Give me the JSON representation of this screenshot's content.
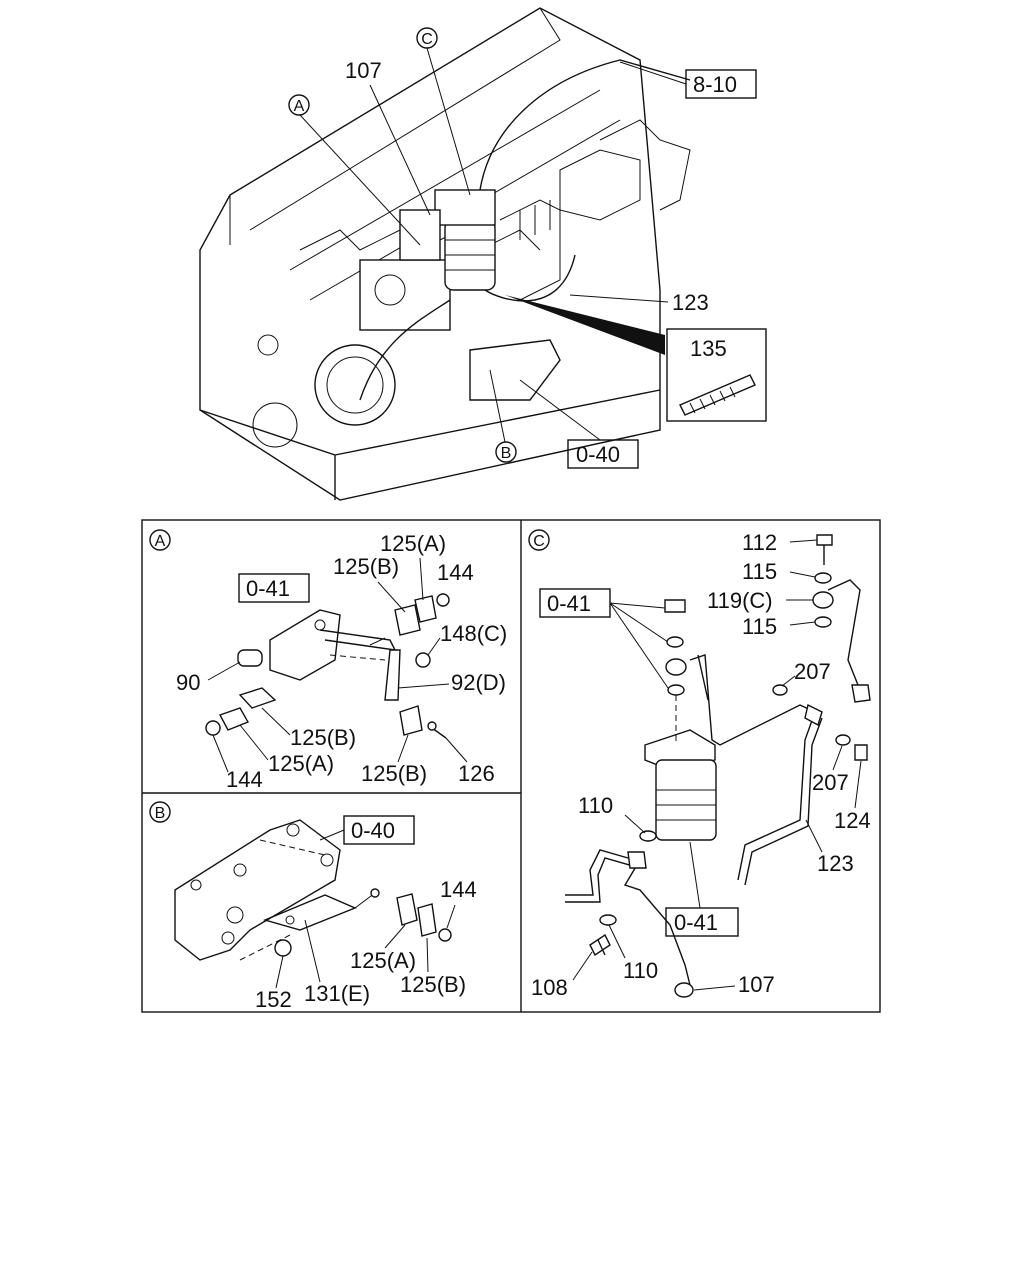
{
  "overview": {
    "callouts": {
      "c_107": "107",
      "c_123": "123",
      "c_135": "135"
    },
    "refs": {
      "r_8_10": "8-10",
      "r_0_40": "0-40"
    },
    "circles": {
      "A": "A",
      "B": "B",
      "C": "C"
    }
  },
  "panel_A": {
    "letter": "A",
    "ref_box": "0-41",
    "labels": {
      "l125A_top": "125(A)",
      "l125B_top": "125(B)",
      "l144_top": "144",
      "l148C": "148(C)",
      "l92D": "92(D)",
      "l90": "90",
      "l125B_mid": "125(B)",
      "l125A_bot": "125(A)",
      "l144_bot": "144",
      "l125B_bot": "125(B)",
      "l126": "126"
    }
  },
  "panel_B": {
    "letter": "B",
    "ref_box": "0-40",
    "labels": {
      "l144": "144",
      "l125A": "125(A)",
      "l125B": "125(B)",
      "l131E": "131(E)",
      "l152": "152"
    }
  },
  "panel_C": {
    "letter": "C",
    "ref_box_top": "0-41",
    "ref_box_bot": "0-41",
    "labels": {
      "l112": "112",
      "l115a": "115",
      "l119C": "119(C)",
      "l115b": "115",
      "l207a": "207",
      "l207b": "207",
      "l124": "124",
      "l123": "123",
      "l110a": "110",
      "l110b": "110",
      "l108": "108",
      "l107": "107"
    }
  }
}
